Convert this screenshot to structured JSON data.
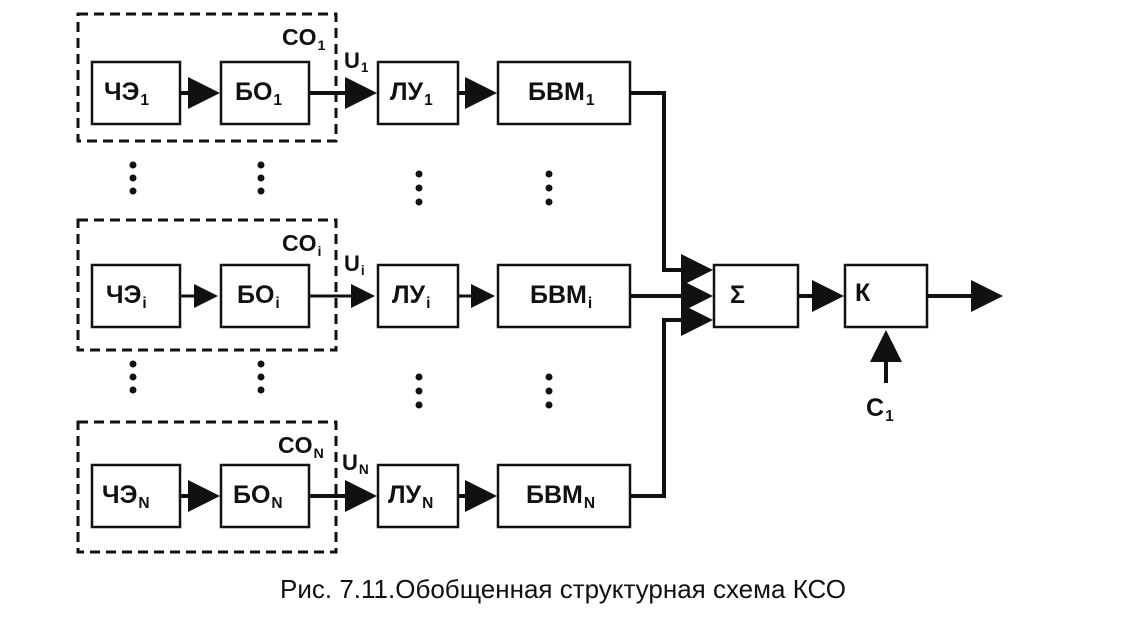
{
  "caption": "Рис. 7.11.Обобщенная структурная схема КСО",
  "rows": [
    {
      "group": {
        "base": "CO",
        "sub": "1"
      },
      "signal": {
        "base": "U",
        "sub": "1"
      },
      "sensor": {
        "base": "ЧЭ",
        "sub": "1"
      },
      "processor": {
        "base": "БО",
        "sub": "1"
      },
      "logic": {
        "base": "ЛУ",
        "sub": "1"
      },
      "compute": {
        "base": "БВМ",
        "sub": "1"
      }
    },
    {
      "group": {
        "base": "CO",
        "sub": "i"
      },
      "signal": {
        "base": "U",
        "sub": "i"
      },
      "sensor": {
        "base": "ЧЭ",
        "sub": "i"
      },
      "processor": {
        "base": "БО",
        "sub": "i"
      },
      "logic": {
        "base": "ЛУ",
        "sub": "i"
      },
      "compute": {
        "base": "БВМ",
        "sub": "i"
      }
    },
    {
      "group": {
        "base": "CO",
        "sub": "N"
      },
      "signal": {
        "base": "U",
        "sub": "N"
      },
      "sensor": {
        "base": "ЧЭ",
        "sub": "N"
      },
      "processor": {
        "base": "БО",
        "sub": "N"
      },
      "logic": {
        "base": "ЛУ",
        "sub": "N"
      },
      "compute": {
        "base": "БВМ",
        "sub": "N"
      }
    }
  ],
  "summator": {
    "label": "Σ"
  },
  "comparator": {
    "label": "К"
  },
  "control": {
    "base": "C",
    "sub": "1"
  }
}
